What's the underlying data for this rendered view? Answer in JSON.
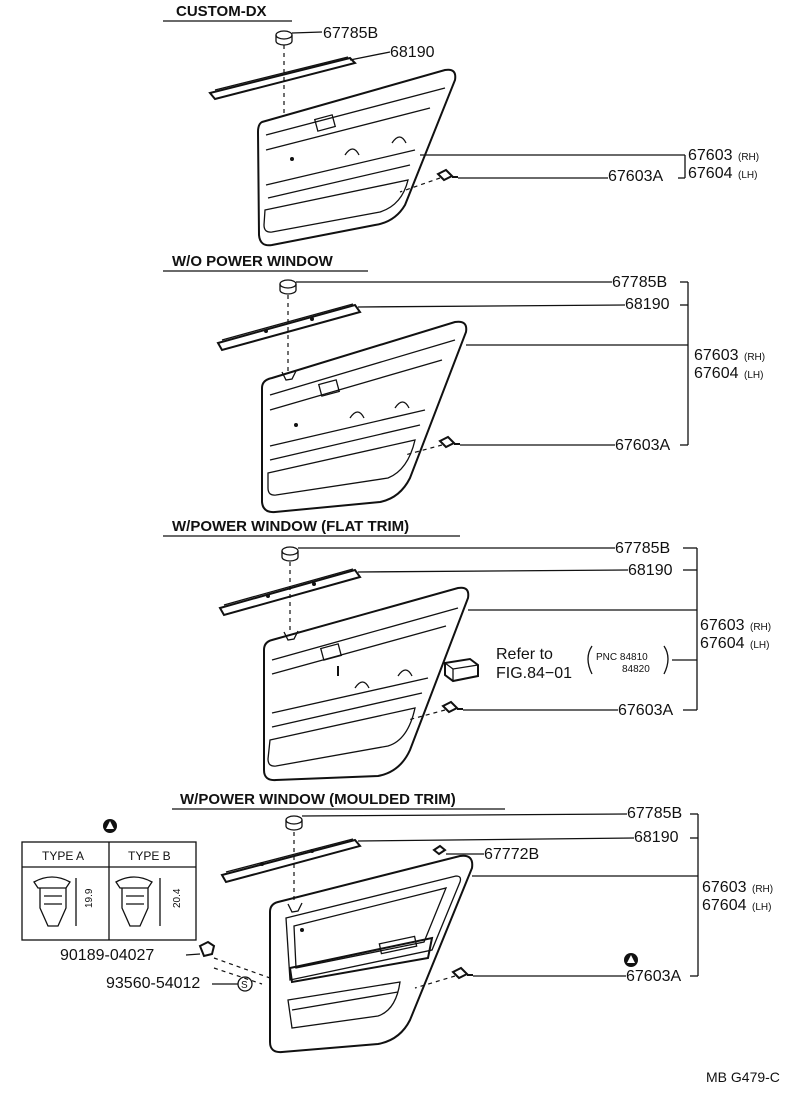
{
  "sections": [
    {
      "title": "CUSTOM-DX",
      "parts": {
        "grommet": "67785B",
        "strip": "68190",
        "clip": "67603A",
        "board_rh": "67603",
        "board_lh": "67604",
        "rh": "(RH)",
        "lh": "(LH)"
      }
    },
    {
      "title": "W/O POWER WINDOW",
      "parts": {
        "grommet": "67785B",
        "strip": "68190",
        "clip": "67603A",
        "board_rh": "67603",
        "board_lh": "67604",
        "rh": "(RH)",
        "lh": "(LH)"
      }
    },
    {
      "title": "W/POWER WINDOW (FLAT TRIM)",
      "parts": {
        "grommet": "67785B",
        "strip": "68190",
        "clip": "67603A",
        "board_rh": "67603",
        "board_lh": "67604",
        "rh": "(RH)",
        "lh": "(LH)"
      },
      "refer": {
        "line1": "Refer to",
        "line2": "FIG.84−01",
        "pnc_label": "PNC 84810",
        "pnc2": "84820"
      }
    },
    {
      "title": "W/POWER WINDOW (MOULDED TRIM)",
      "parts": {
        "grommet": "67785B",
        "strip": "68190",
        "bracket": "67772B",
        "clip": "67603A",
        "board_rh": "67603",
        "board_lh": "67604",
        "rh": "(RH)",
        "lh": "(LH)",
        "screw": "90189-04027",
        "clip_s": "93560-54012",
        "s_mark": "S"
      }
    }
  ],
  "clip_table": {
    "type_a": "TYPE A",
    "type_b": "TYPE B",
    "dim_a": "19.9",
    "dim_b": "20.4"
  },
  "footer": "MB G479-C"
}
